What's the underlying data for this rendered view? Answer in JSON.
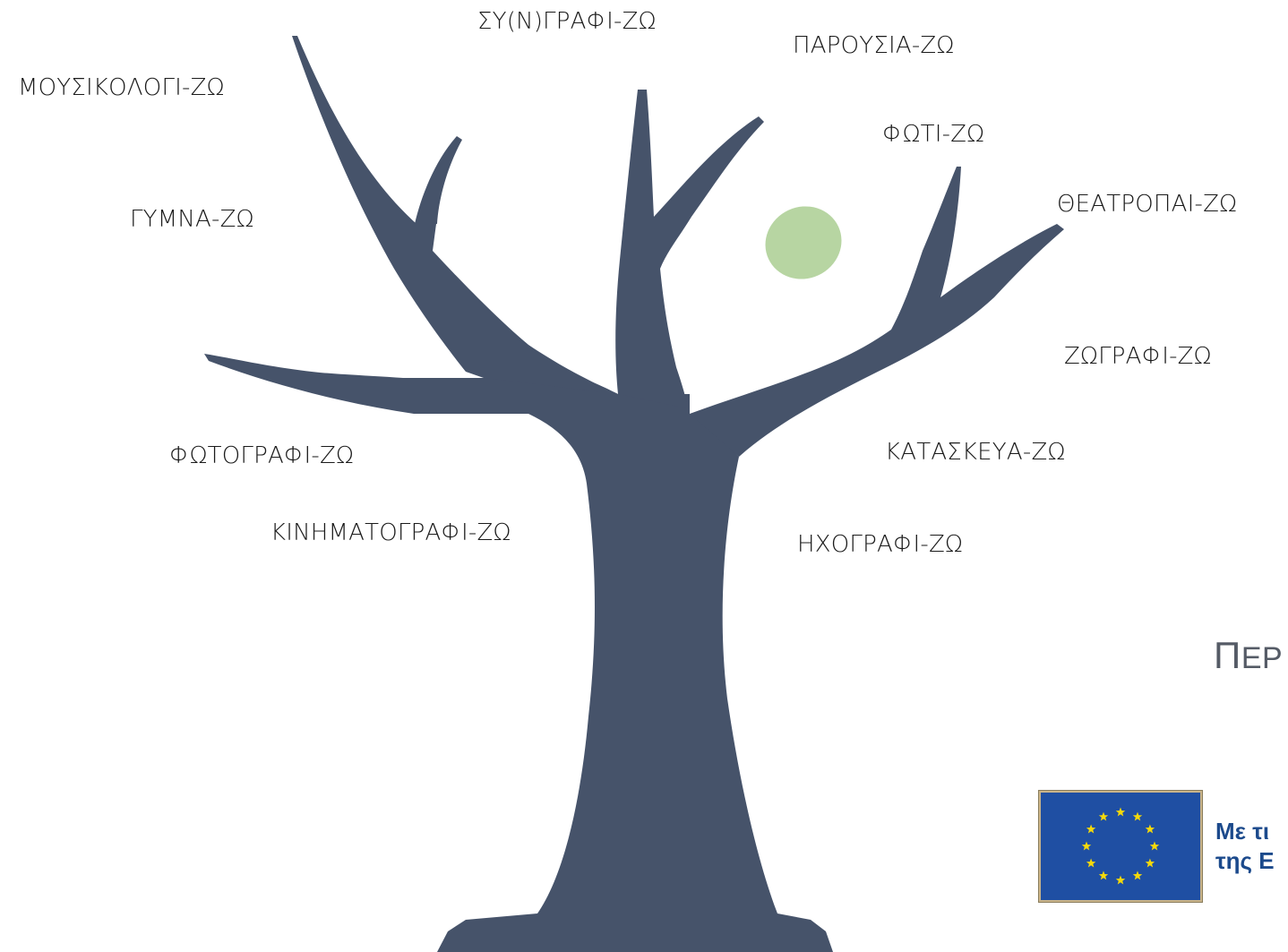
{
  "labels": {
    "mousikologi": "ΜΟΥΣΙΚΟΛΟΓΙ-ΖΩ",
    "syngrafi": "ΣΥ(Ν)ΓΡΑΦΙ-ΖΩ",
    "parousia": "ΠΑΡΟΥΣΙΑ-ΖΩ",
    "foti": "ΦΩΤΙ-ΖΩ",
    "theatropai": "ΘΕΑΤΡΟΠΑΙ-ΖΩ",
    "gymna": "ΓΥΜΝΑ-ΖΩ",
    "zografi": "ΖΩΓΡΑΦΙ-ΖΩ",
    "fotografi": "ΦΩΤΟΓΡΑΦΙ-ΖΩ",
    "kataskeva": "ΚΑΤΑΣΚΕΥΑ-ΖΩ",
    "kinimatografi": "ΚΙΝΗΜΑΤΟΓΡΑΦΙ-ΖΩ",
    "ichografi": "ΗΧΟΓΡΑΦΙ-ΖΩ"
  },
  "logo": {
    "periph_first": "Π",
    "periph_rest": "ΕΡ",
    "eu_line1": "Με τι",
    "eu_line2": "της Ε"
  },
  "colors": {
    "tree": "#46536a",
    "leaf": "#b7d5a2",
    "eu_blue": "#1f4fa3",
    "eu_star": "#f5d90a"
  },
  "icons": {
    "tree": "tree-icon",
    "leaf": "leaf-icon",
    "eu_flag": "eu-flag-icon"
  }
}
